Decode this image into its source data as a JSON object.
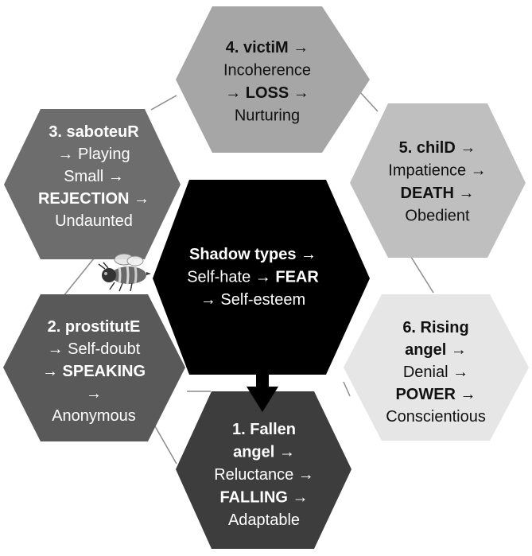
{
  "colors": {
    "center": "#000000",
    "victim": "#a6a6a6",
    "child": "#bfbfbf",
    "rising": "#e6e6e6",
    "fallen": "#3d3d3d",
    "prostitute": "#595959",
    "saboteur": "#6d6d6d",
    "connector": "#8c8c8c",
    "light_text": "#ffffff",
    "dark_text": "#111111"
  },
  "hexagons": {
    "center": {
      "lines": [
        [
          {
            "t": "Shadow types →",
            "b": true
          }
        ],
        [
          {
            "t": "Self-hate → ",
            "b": false
          },
          {
            "t": "FEAR",
            "b": true
          }
        ],
        [
          {
            "t": "→ Self-esteem",
            "b": false
          }
        ]
      ]
    },
    "victim": {
      "lines": [
        [
          {
            "t": "4. victiM →",
            "b": true
          }
        ],
        [
          {
            "t": "Incoherence",
            "b": false
          }
        ],
        [
          {
            "t": "→ LOSS →",
            "b": true
          }
        ],
        [
          {
            "t": "Nurturing",
            "b": false
          }
        ]
      ]
    },
    "child": {
      "lines": [
        [
          {
            "t": "5. chilD →",
            "b": true
          }
        ],
        [
          {
            "t": "Impatience →",
            "b": false
          }
        ],
        [
          {
            "t": "DEATH →",
            "b": true
          }
        ],
        [
          {
            "t": "Obedient",
            "b": false
          }
        ]
      ]
    },
    "rising": {
      "lines": [
        [
          {
            "t": "6. Rising",
            "b": true
          }
        ],
        [
          {
            "t": "angel →",
            "b": true
          }
        ],
        [
          {
            "t": "Denial →",
            "b": false
          }
        ],
        [
          {
            "t": "POWER →",
            "b": true
          }
        ],
        [
          {
            "t": "Conscientious",
            "b": false
          }
        ]
      ]
    },
    "fallen": {
      "lines": [
        [
          {
            "t": "1. Fallen",
            "b": true
          }
        ],
        [
          {
            "t": "angel →",
            "b": true
          }
        ],
        [
          {
            "t": "Reluctance →",
            "b": false
          }
        ],
        [
          {
            "t": "FALLING →",
            "b": true
          }
        ],
        [
          {
            "t": "Adaptable",
            "b": false
          }
        ]
      ]
    },
    "prostitute": {
      "lines": [
        [
          {
            "t": "2. prostitutE",
            "b": true
          }
        ],
        [
          {
            "t": "→ Self-doubt",
            "b": false
          }
        ],
        [
          {
            "t": "→ SPEAKING",
            "b": true
          }
        ],
        [
          {
            "t": "→",
            "b": true
          }
        ],
        [
          {
            "t": "Anonymous",
            "b": false
          }
        ]
      ]
    },
    "saboteur": {
      "lines": [
        [
          {
            "t": "3. saboteuR",
            "b": true
          }
        ],
        [
          {
            "t": "→ Playing",
            "b": false
          }
        ],
        [
          {
            "t": "Small →",
            "b": false
          }
        ],
        [
          {
            "t": "REJECTION →",
            "b": true
          }
        ],
        [
          {
            "t": "Undaunted",
            "b": false
          }
        ]
      ]
    }
  },
  "icons": {
    "arrow": "down-arrow-icon",
    "bee": "bee-icon"
  }
}
